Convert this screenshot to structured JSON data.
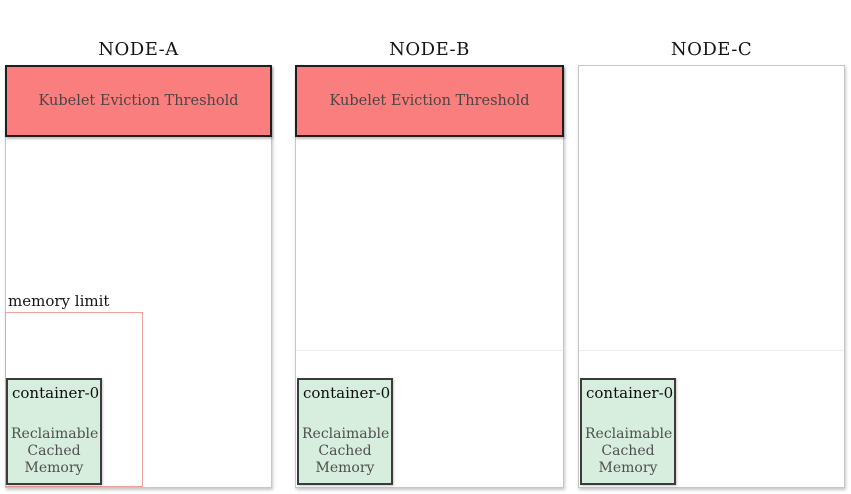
{
  "colors": {
    "eviction-red": "#fb7e7e",
    "eviction-border": "#211d1d",
    "container-green": "#d7eede",
    "container-border": "#3b3b3b",
    "limit-pink": "#f2a09c",
    "node-border": "#c6c6c6"
  },
  "nodes": [
    {
      "title": "NODE-A",
      "eviction_threshold_label": "Kubelet Eviction Threshold",
      "memory_limit_label": "memory limit",
      "container": {
        "name": "container-0",
        "description": "Reclaimable Cached Memory"
      }
    },
    {
      "title": "NODE-B",
      "eviction_threshold_label": "Kubelet Eviction Threshold",
      "container": {
        "name": "container-0",
        "description": "Reclaimable Cached Memory"
      }
    },
    {
      "title": "NODE-C",
      "container": {
        "name": "container-0",
        "description": "Reclaimable Cached Memory"
      }
    }
  ]
}
